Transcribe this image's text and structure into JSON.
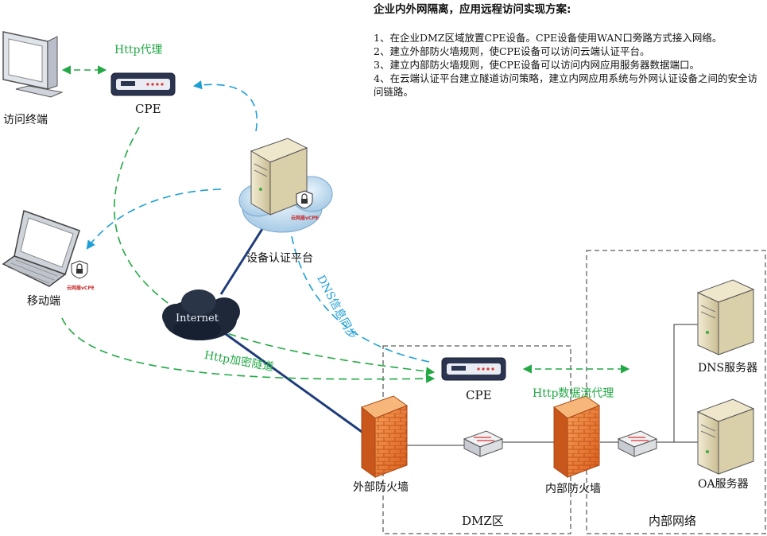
{
  "plan": {
    "title": "企业内外网隔离，应用远程访问实现方案:",
    "steps": [
      "1、在企业DMZ区域放置CPE设备。CPE设备使用WAN口旁路方式接入网络。",
      "2、建立外部防火墙规则，使CPE设备可以访问云端认证平台。",
      "3、建立内部防火墙规则，使CPE设备可以访问内网应用服务器数据端口。",
      "4、在云端认证平台建立隧道访问策略，建立内网应用系统与外网认证设备之间的安全访问链路。"
    ]
  },
  "nodes": {
    "access_terminal": "访问终端",
    "cpe_top": "CPE",
    "cpe_dmz": "CPE",
    "auth_platform": "设备认证平台",
    "mobile": "移动端",
    "internet": "Internet",
    "external_firewall": "外部防火墙",
    "internal_firewall": "内部防火墙",
    "dns_server": "DNS服务器",
    "oa_server": "OA服务器",
    "vcpe_badge": "云网盾vCPE"
  },
  "zones": {
    "dmz": "DMZ区",
    "internal": "内部网络"
  },
  "links": {
    "http_proxy": "Http代理",
    "dns_sync": "DNS信息同步",
    "http_tunnel": "Http加密隧道",
    "http_data_proxy": "Http数据流代理"
  },
  "colors": {
    "green_flow": "#22a845",
    "blue_flow": "#1e9fd6",
    "wan_link": "#1f3d7a",
    "firewall": "#e8742a"
  }
}
